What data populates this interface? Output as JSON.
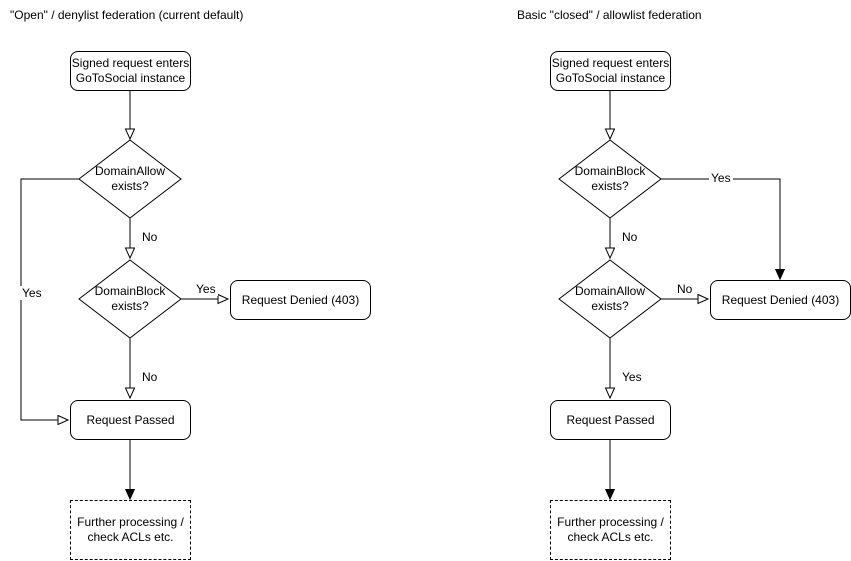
{
  "colors": {
    "stroke": "#000000",
    "node_fill": "#ffffff",
    "text": "#000000",
    "background": "#ffffff"
  },
  "charts": {
    "left": {
      "title": "\"Open\" / denylist federation (current default)",
      "nodes": {
        "start": {
          "lines": [
            "Signed request enters",
            "GoToSocial instance"
          ]
        },
        "decision1": {
          "lines": [
            "DomainAllow",
            "exists?"
          ]
        },
        "decision2": {
          "lines": [
            "DomainBlock",
            "exists?"
          ]
        },
        "denied": {
          "label": "Request Denied (403)"
        },
        "passed": {
          "label": "Request Passed"
        },
        "further": {
          "lines": [
            "Further processing /",
            "check ACLs etc."
          ]
        }
      },
      "edge_labels": {
        "decision1_yes": "Yes",
        "decision1_no": "No",
        "decision2_yes": "Yes",
        "decision2_no": "No"
      }
    },
    "right": {
      "title": "Basic \"closed\" / allowlist federation",
      "nodes": {
        "start": {
          "lines": [
            "Signed request enters",
            "GoToSocial instance"
          ]
        },
        "decision1": {
          "lines": [
            "DomainBlock",
            "exists?"
          ]
        },
        "decision2": {
          "lines": [
            "DomainAllow",
            "exists?"
          ]
        },
        "denied": {
          "label": "Request Denied (403)"
        },
        "passed": {
          "label": "Request Passed"
        },
        "further": {
          "lines": [
            "Further processing /",
            "check ACLs etc."
          ]
        }
      },
      "edge_labels": {
        "decision1_yes": "Yes",
        "decision1_no": "No",
        "decision2_no": "No",
        "decision2_yes": "Yes"
      }
    }
  }
}
